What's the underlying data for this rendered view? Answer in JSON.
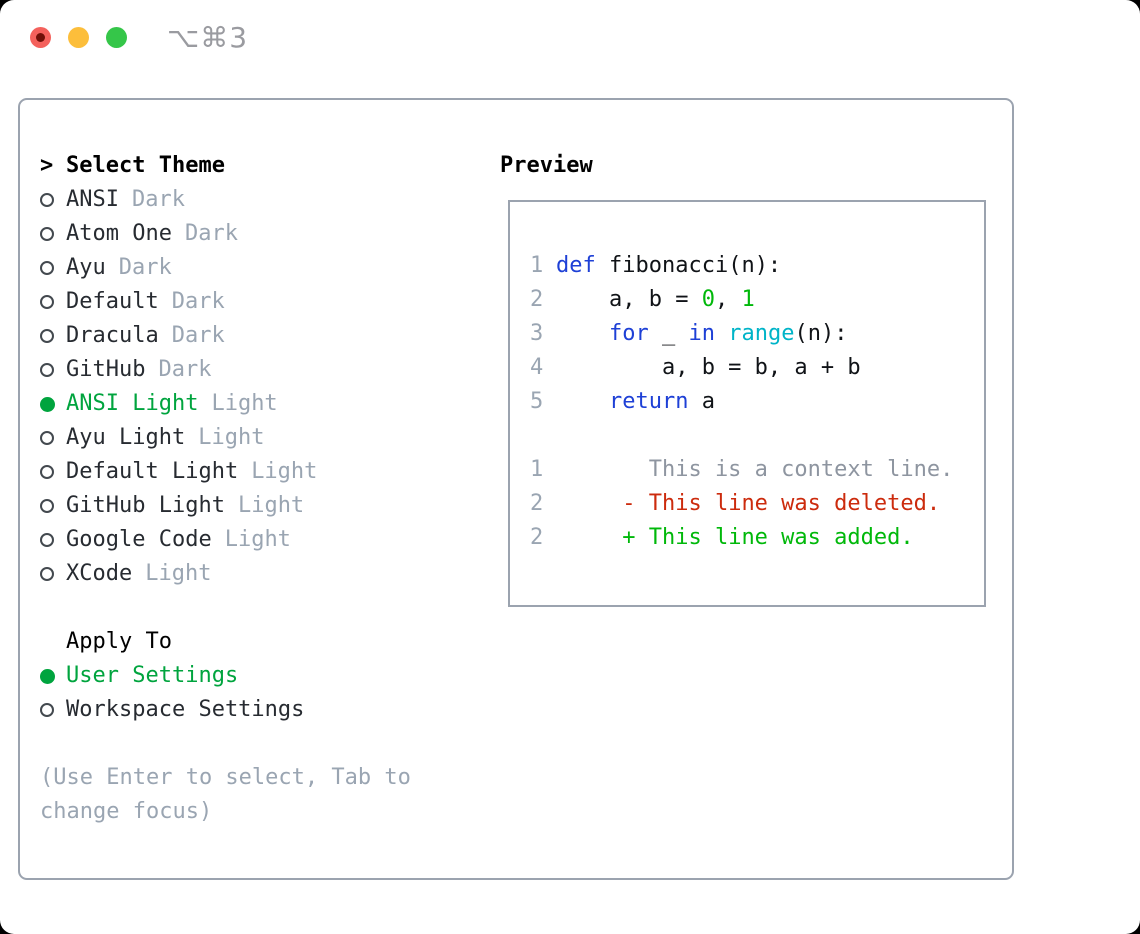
{
  "titlebar": {
    "shortcut": "⌥⌘3"
  },
  "theme_panel": {
    "prompt": ">",
    "title": "Select Theme",
    "items": [
      {
        "name": "ANSI",
        "tag": "Dark",
        "selected": false
      },
      {
        "name": "Atom One",
        "tag": "Dark",
        "selected": false
      },
      {
        "name": "Ayu",
        "tag": "Dark",
        "selected": false
      },
      {
        "name": "Default",
        "tag": "Dark",
        "selected": false
      },
      {
        "name": "Dracula",
        "tag": "Dark",
        "selected": false
      },
      {
        "name": "GitHub",
        "tag": "Dark",
        "selected": false
      },
      {
        "name": "ANSI Light",
        "tag": "Light",
        "selected": true
      },
      {
        "name": "Ayu Light",
        "tag": "Light",
        "selected": false
      },
      {
        "name": "Default Light",
        "tag": "Light",
        "selected": false
      },
      {
        "name": "GitHub Light",
        "tag": "Light",
        "selected": false
      },
      {
        "name": "Google Code",
        "tag": "Light",
        "selected": false
      },
      {
        "name": "XCode",
        "tag": "Light",
        "selected": false
      }
    ]
  },
  "apply_panel": {
    "title": "Apply To",
    "options": [
      {
        "label": "User Settings",
        "selected": true
      },
      {
        "label": "Workspace Settings",
        "selected": false
      }
    ]
  },
  "help_text": "(Use Enter to select, Tab to change focus)",
  "preview": {
    "title": "Preview",
    "code_lines": [
      {
        "num": "1",
        "segs": [
          [
            "def",
            "kw"
          ],
          [
            " fibonacci(n):",
            "pl"
          ]
        ]
      },
      {
        "num": "2",
        "segs": [
          [
            "    a, b = ",
            "pl"
          ],
          [
            "0",
            "num"
          ],
          [
            ", ",
            "pl"
          ],
          [
            "1",
            "num"
          ]
        ]
      },
      {
        "num": "3",
        "segs": [
          [
            "    ",
            "pl"
          ],
          [
            "for",
            "kw"
          ],
          [
            " _ ",
            "pl"
          ],
          [
            "in",
            "kw"
          ],
          [
            " ",
            "pl"
          ],
          [
            "range",
            "bi"
          ],
          [
            "(n):",
            "pl"
          ]
        ]
      },
      {
        "num": "4",
        "segs": [
          [
            "        a, b = b, a + b",
            "pl"
          ]
        ]
      },
      {
        "num": "5",
        "segs": [
          [
            "    ",
            "pl"
          ],
          [
            "return",
            "kw"
          ],
          [
            " a",
            "pl"
          ]
        ]
      }
    ],
    "diff_lines": [
      {
        "num": "1",
        "segs": [
          [
            "       This is a context line.",
            "ctx"
          ]
        ]
      },
      {
        "num": "2",
        "segs": [
          [
            "     ",
            "pl"
          ],
          [
            "- This line was deleted.",
            "del"
          ]
        ]
      },
      {
        "num": "2",
        "segs": [
          [
            "     ",
            "pl"
          ],
          [
            "+ This line was added.",
            "add"
          ]
        ]
      }
    ]
  },
  "colors": {
    "selected_green": "#00a43e",
    "added_green": "#00b80a",
    "deleted_red": "#cc2b0d",
    "keyword_blue": "#1e40d6",
    "builtin_cyan": "#00b4c8",
    "number_green": "#00b80a",
    "muted_gray": "#9aa5b2",
    "context_gray": "#8e95a0",
    "border_gray": "#9ba3af",
    "traffic_red": "#f4615c",
    "traffic_yellow": "#fcbe3b",
    "traffic_green": "#35c649"
  }
}
